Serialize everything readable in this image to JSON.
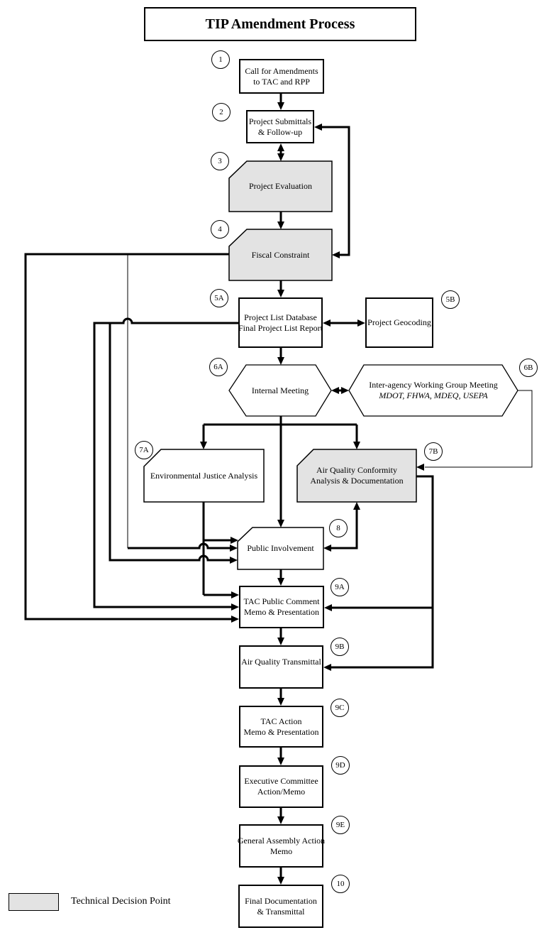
{
  "title": "TIP Amendment Process",
  "colors": {
    "shaded": "#e3e3e3",
    "line": "#000000"
  },
  "legend": {
    "label": "Technical Decision Point"
  },
  "nodes": {
    "step1": {
      "badge": "1",
      "lines": [
        "Call for Amendments",
        "to TAC and RPP"
      ]
    },
    "step2": {
      "badge": "2",
      "lines": [
        "Project Submittals",
        "& Follow-up"
      ]
    },
    "step3": {
      "badge": "3",
      "lines": [
        "Project Evaluation"
      ]
    },
    "step4": {
      "badge": "4",
      "lines": [
        "Fiscal Constraint"
      ]
    },
    "step5a": {
      "badge": "5A",
      "lines": [
        "Project List Database",
        "Final Project List Report"
      ]
    },
    "step5b": {
      "badge": "5B",
      "lines": [
        "Project Geocoding"
      ]
    },
    "step6a": {
      "badge": "6A",
      "lines": [
        "Internal Meeting"
      ]
    },
    "step6b": {
      "badge": "6B",
      "lines": [
        "Inter-agency Working Group Meeting",
        "MDOT, FHWA, MDEQ, USEPA"
      ]
    },
    "step7a": {
      "badge": "7A",
      "lines": [
        "Environmental Justice Analysis"
      ]
    },
    "step7b": {
      "badge": "7B",
      "lines": [
        "Air Quality Conformity",
        "Analysis & Documentation"
      ]
    },
    "step8": {
      "badge": "8",
      "lines": [
        "Public Involvement"
      ]
    },
    "step9a": {
      "badge": "9A",
      "lines": [
        "TAC Public Comment",
        "Memo & Presentation"
      ]
    },
    "step9b": {
      "badge": "9B",
      "lines": [
        "Air Quality Transmittal"
      ]
    },
    "step9c": {
      "badge": "9C",
      "lines": [
        "TAC Action",
        "Memo & Presentation"
      ]
    },
    "step9d": {
      "badge": "9D",
      "lines": [
        "Executive Committee",
        "Action/Memo"
      ]
    },
    "step9e": {
      "badge": "9E",
      "lines": [
        "General Assembly Action",
        "Memo"
      ]
    },
    "step10": {
      "badge": "10",
      "lines": [
        "Final Documentation",
        "& Transmittal"
      ]
    }
  }
}
